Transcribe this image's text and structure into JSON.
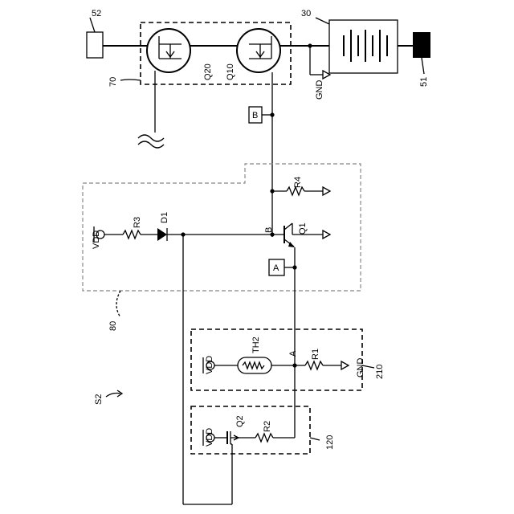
{
  "labels": {
    "bat_neg_terminal": "52",
    "bat_pos_terminal": "51",
    "battery": "30",
    "switch_block": "70",
    "fet_q20": "Q20",
    "fet_q10": "Q10",
    "gnd_top": "GND",
    "node_b_box": "B",
    "node_b": "B",
    "node_a_box": "A",
    "node_a": "A",
    "r4": "R4",
    "r3": "R3",
    "d1": "D1",
    "q1": "Q1",
    "vdd_80": "VDD",
    "block_80": "80",
    "vdd_210": "VDD",
    "th2": "TH2",
    "r1": "R1",
    "gnd_210": "GND",
    "block_210": "210",
    "system": "S2",
    "vdd_120": "VDD",
    "q2": "Q2",
    "r2": "R2",
    "block_120": "120"
  }
}
